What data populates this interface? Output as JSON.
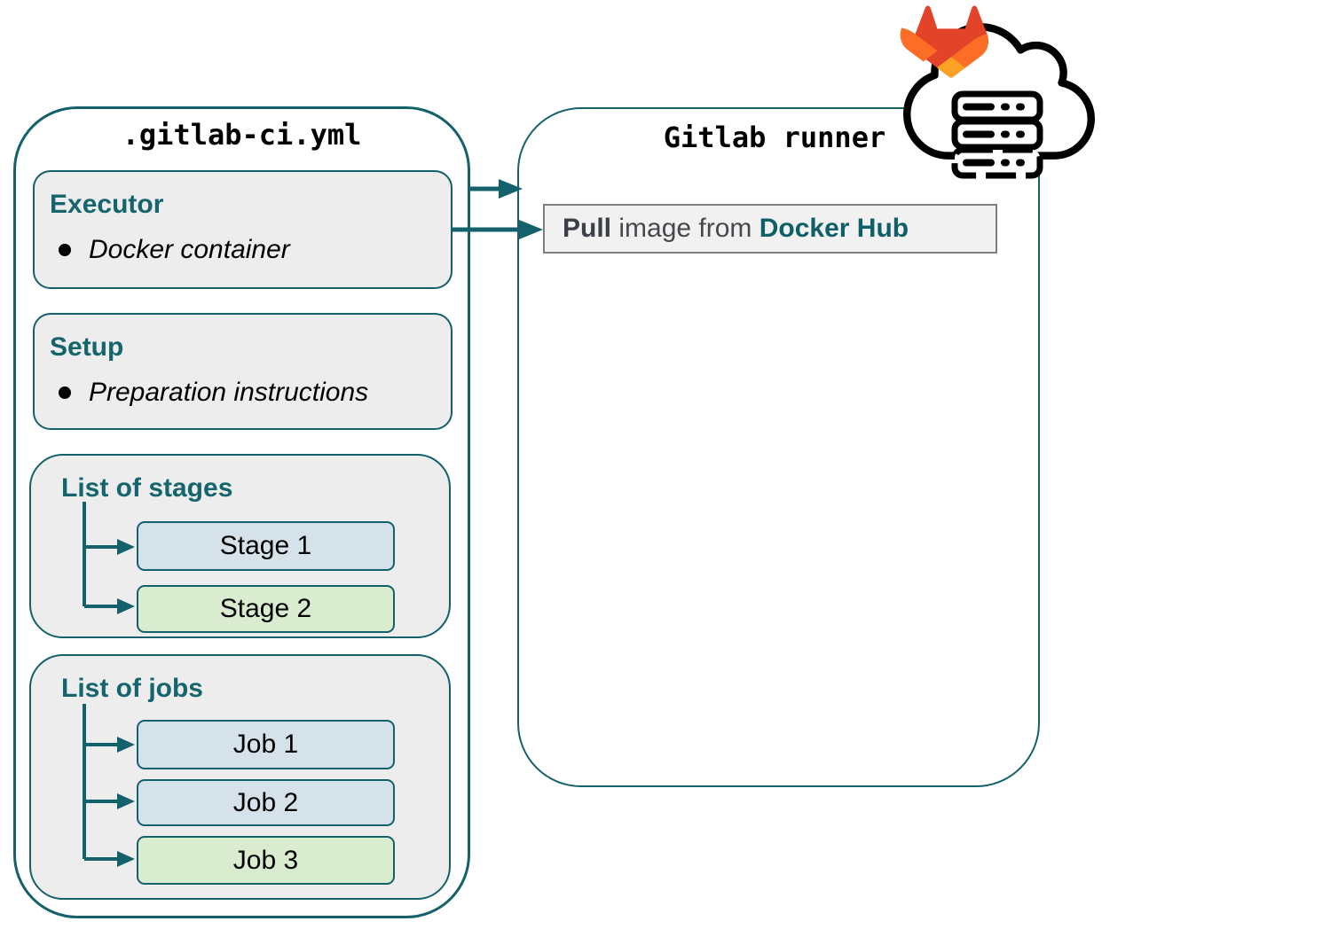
{
  "left_panel": {
    "title": ".gitlab-ci.yml",
    "executor": {
      "heading": "Executor",
      "bullet": "Docker container"
    },
    "setup": {
      "heading": "Setup",
      "bullet": "Preparation instructions"
    },
    "stages": {
      "heading": "List of stages",
      "items": [
        {
          "label": "Stage 1",
          "variant": "blue"
        },
        {
          "label": "Stage 2",
          "variant": "green"
        }
      ]
    },
    "jobs": {
      "heading": "List of jobs",
      "items": [
        {
          "label": "Job 1",
          "variant": "blue"
        },
        {
          "label": "Job 2",
          "variant": "blue"
        },
        {
          "label": "Job 3",
          "variant": "green"
        }
      ]
    }
  },
  "right_panel": {
    "title": "Gitlab runner",
    "pull_box": {
      "action": "Pull",
      "middle": " image from ",
      "target": "Docker Hub"
    }
  },
  "icons": {
    "gitlab_logo": "gitlab-tanuki-icon",
    "cloud_server": "cloud-server-icon"
  },
  "colors": {
    "teal": "#14616b",
    "box_fill": "#ededed",
    "stage_blue": "#d6e2e9",
    "stage_green": "#d9ecd0",
    "pull_fill": "#f1f1f1",
    "pull_border": "#7f7f7f",
    "gitlab_red": "#e24329",
    "gitlab_orange": "#fc6d26",
    "gitlab_yellow": "#fca326"
  }
}
